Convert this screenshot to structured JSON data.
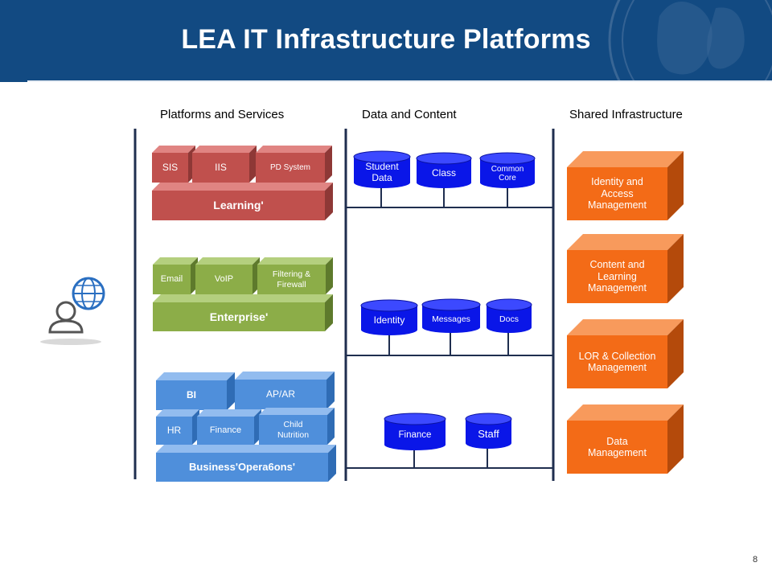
{
  "title": "LEA IT Infrastructure Platforms",
  "page_number": "8",
  "columns": {
    "platforms": "Platforms and Services",
    "data": "Data and Content",
    "shared": "Shared Infrastructure"
  },
  "learning": {
    "sis": "SIS",
    "iis": "IIS",
    "pd": "PD System",
    "base": "Learning'"
  },
  "enterprise": {
    "email": "Email",
    "voip": "VoIP",
    "filtering": "Filtering &\nFirewall",
    "base": "Enterprise'"
  },
  "business": {
    "bi": "BI",
    "apar": "AP/AR",
    "hr": "HR",
    "finance": "Finance",
    "child": "Child\nNutrition",
    "base": "Business'Opera6ons'"
  },
  "data_stores": {
    "student": "Student\nData",
    "class": "Class",
    "core": "Common\nCore",
    "identity": "Identity",
    "messages": "Messages",
    "docs": "Docs",
    "finance": "Finance",
    "staff": "Staff"
  },
  "shared": {
    "identity": "Identity and\nAccess\nManagement",
    "content": "Content and\nLearning\nManagement",
    "lor": "LOR & Collection\nManagement",
    "data": "Data\nManagement"
  },
  "colors": {
    "header": "#124a82",
    "learning": "#c0504d",
    "enterprise": "#8cad48",
    "business": "#4f8fdb",
    "data_store": "#0a16e8",
    "shared": "#f36b17"
  }
}
